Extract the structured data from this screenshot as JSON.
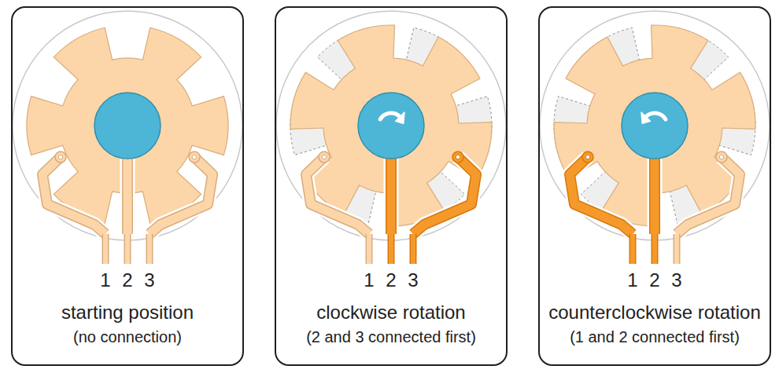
{
  "diagram": {
    "nodes": [
      {
        "text": [
          "starting position",
          "(no connection)"
        ]
      },
      {
        "text": [
          "clockwise rotation",
          "(2 and 3 connected first)"
        ]
      },
      {
        "text": [
          "counterclockwise rotation",
          "(1 and 2 connected first)"
        ]
      }
    ],
    "labels": [
      "1",
      "2",
      "3",
      "1",
      "2",
      "3",
      "1",
      "2",
      "3"
    ]
  }
}
